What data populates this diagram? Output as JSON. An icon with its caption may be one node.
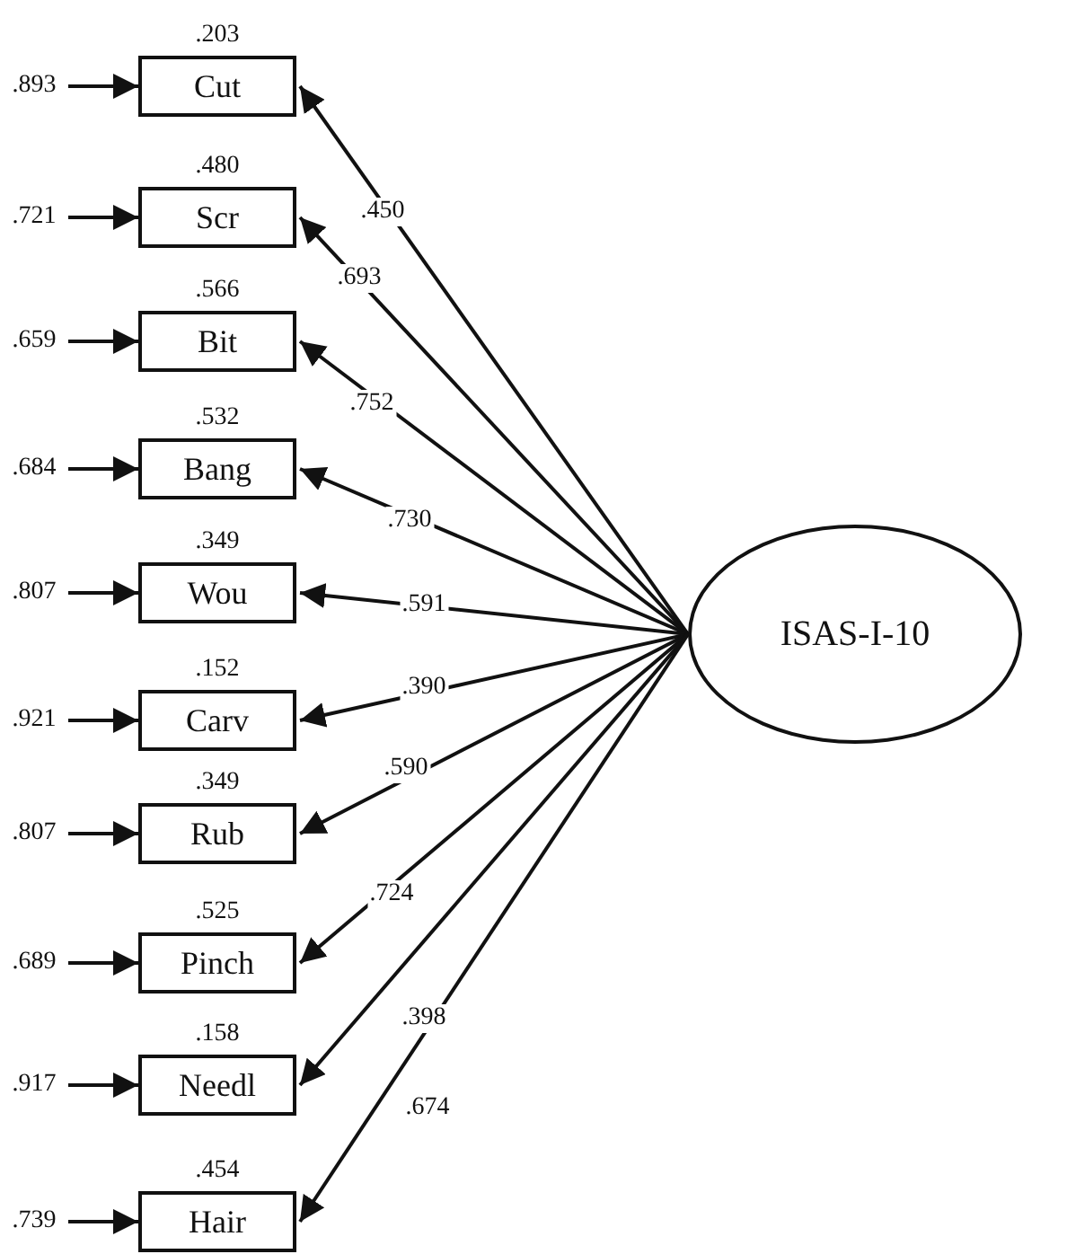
{
  "diagram": {
    "nodes": [
      {
        "text": [
          "Cut"
        ],
        "beside": [
          ".203"
        ]
      },
      {
        "text": [
          "Scr"
        ],
        "beside": [
          ".480"
        ]
      },
      {
        "text": [
          "Bit"
        ],
        "beside": [
          ".566"
        ]
      },
      {
        "text": [
          "Bang"
        ],
        "beside": [
          ".532"
        ]
      },
      {
        "text": [
          "Wou"
        ],
        "beside": [
          ".349"
        ]
      },
      {
        "text": [
          "Carv"
        ],
        "beside": [
          ".152"
        ]
      },
      {
        "text": [
          "Rub"
        ],
        "beside": [
          ".349"
        ]
      },
      {
        "text": [
          "Pinch"
        ],
        "beside": [
          ".525"
        ]
      },
      {
        "text": [
          "Needl"
        ],
        "beside": [
          ".158"
        ]
      },
      {
        "text": [
          "Hair"
        ],
        "beside": [
          ".454"
        ]
      },
      {
        "text": [
          "ISAS-I-10"
        ]
      }
    ],
    "edges": [
      {
        "from": null,
        "to": 0,
        "arrow": "to",
        "label": ".893"
      },
      {
        "from": null,
        "to": 1,
        "arrow": "to",
        "label": ".721"
      },
      {
        "from": null,
        "to": 2,
        "arrow": "to",
        "label": ".659"
      },
      {
        "from": null,
        "to": 3,
        "arrow": "to",
        "label": ".684"
      },
      {
        "from": null,
        "to": 4,
        "arrow": "to",
        "label": ".807"
      },
      {
        "from": null,
        "to": 5,
        "arrow": "to",
        "label": ".921"
      },
      {
        "from": null,
        "to": 6,
        "arrow": "to",
        "label": ".807"
      },
      {
        "from": null,
        "to": 7,
        "arrow": "to",
        "label": ".689"
      },
      {
        "from": null,
        "to": 8,
        "arrow": "to",
        "label": ".917"
      },
      {
        "from": null,
        "to": 9,
        "arrow": "to",
        "label": ".739"
      },
      {
        "from": 10,
        "to": 0,
        "arrow": "to",
        "label": ".450"
      },
      {
        "from": 10,
        "to": 1,
        "arrow": "to",
        "label": ".693"
      },
      {
        "from": 10,
        "to": 2,
        "arrow": "to",
        "label": ".752"
      },
      {
        "from": 10,
        "to": 3,
        "arrow": "to",
        "label": ".730"
      },
      {
        "from": 10,
        "to": 4,
        "arrow": "to",
        "label": ".591"
      },
      {
        "from": 10,
        "to": 5,
        "arrow": "to",
        "label": ".390"
      },
      {
        "from": 10,
        "to": 6,
        "arrow": "to",
        "label": ".590"
      },
      {
        "from": 10,
        "to": 7,
        "arrow": "to",
        "label": ".724"
      },
      {
        "from": 10,
        "to": 8,
        "arrow": "to",
        "label": ".398"
      },
      {
        "from": 10,
        "to": 9,
        "arrow": "to",
        "label": ".674"
      }
    ]
  }
}
